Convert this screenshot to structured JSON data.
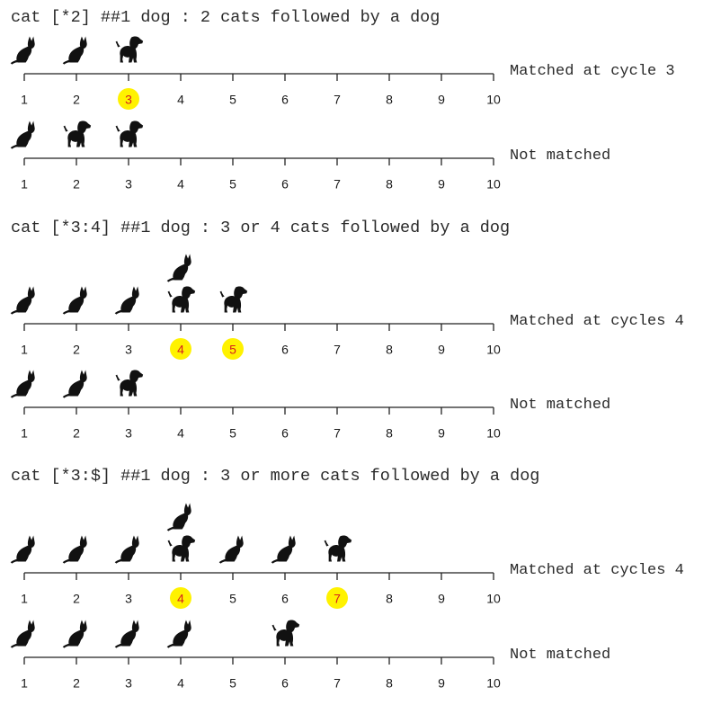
{
  "colors": {
    "highlight_fill": "#fff200",
    "highlight_text": "#d61f1f",
    "silhouette": "#111111",
    "line": "#222222"
  },
  "ticks": [
    "1",
    "2",
    "3",
    "4",
    "5",
    "6",
    "7",
    "8",
    "9",
    "10"
  ],
  "sections": [
    {
      "title": "cat [*2] ##1 dog : 2 cats followed by a dog",
      "rows": [
        {
          "result": "Matched at cycle 3",
          "highlight": [
            3
          ],
          "animals": [
            {
              "cycle": 1,
              "kind": "cat",
              "stack": 0
            },
            {
              "cycle": 2,
              "kind": "cat",
              "stack": 0
            },
            {
              "cycle": 3,
              "kind": "dog",
              "stack": 0
            }
          ]
        },
        {
          "result": "Not matched",
          "highlight": [],
          "animals": [
            {
              "cycle": 1,
              "kind": "cat",
              "stack": 0
            },
            {
              "cycle": 2,
              "kind": "dog",
              "stack": 0
            },
            {
              "cycle": 3,
              "kind": "dog",
              "stack": 0
            }
          ]
        }
      ]
    },
    {
      "title": "cat [*3:4] ##1 dog : 3 or 4 cats followed by a dog",
      "rows": [
        {
          "result": "Matched at cycles 4",
          "highlight": [
            4,
            5
          ],
          "animals": [
            {
              "cycle": 1,
              "kind": "cat",
              "stack": 0
            },
            {
              "cycle": 2,
              "kind": "cat",
              "stack": 0
            },
            {
              "cycle": 3,
              "kind": "cat",
              "stack": 0
            },
            {
              "cycle": 4,
              "kind": "dog",
              "stack": 0
            },
            {
              "cycle": 4,
              "kind": "cat",
              "stack": 1
            },
            {
              "cycle": 5,
              "kind": "dog",
              "stack": 0
            }
          ]
        },
        {
          "result": "Not matched",
          "highlight": [],
          "animals": [
            {
              "cycle": 1,
              "kind": "cat",
              "stack": 0
            },
            {
              "cycle": 2,
              "kind": "cat",
              "stack": 0
            },
            {
              "cycle": 3,
              "kind": "dog",
              "stack": 0
            }
          ]
        }
      ]
    },
    {
      "title": "cat [*3:$] ##1 dog : 3 or more cats followed by a dog",
      "rows": [
        {
          "result": "Matched at cycles 4",
          "highlight": [
            4,
            7
          ],
          "animals": [
            {
              "cycle": 1,
              "kind": "cat",
              "stack": 0
            },
            {
              "cycle": 2,
              "kind": "cat",
              "stack": 0
            },
            {
              "cycle": 3,
              "kind": "cat",
              "stack": 0
            },
            {
              "cycle": 4,
              "kind": "dog",
              "stack": 0
            },
            {
              "cycle": 4,
              "kind": "cat",
              "stack": 1
            },
            {
              "cycle": 5,
              "kind": "cat",
              "stack": 0
            },
            {
              "cycle": 6,
              "kind": "cat",
              "stack": 0
            },
            {
              "cycle": 7,
              "kind": "dog",
              "stack": 0
            }
          ]
        },
        {
          "result": "Not matched",
          "highlight": [],
          "animals": [
            {
              "cycle": 1,
              "kind": "cat",
              "stack": 0
            },
            {
              "cycle": 2,
              "kind": "cat",
              "stack": 0
            },
            {
              "cycle": 3,
              "kind": "cat",
              "stack": 0
            },
            {
              "cycle": 4,
              "kind": "cat",
              "stack": 0
            },
            {
              "cycle": 6,
              "kind": "dog",
              "stack": 0
            }
          ]
        }
      ]
    }
  ]
}
